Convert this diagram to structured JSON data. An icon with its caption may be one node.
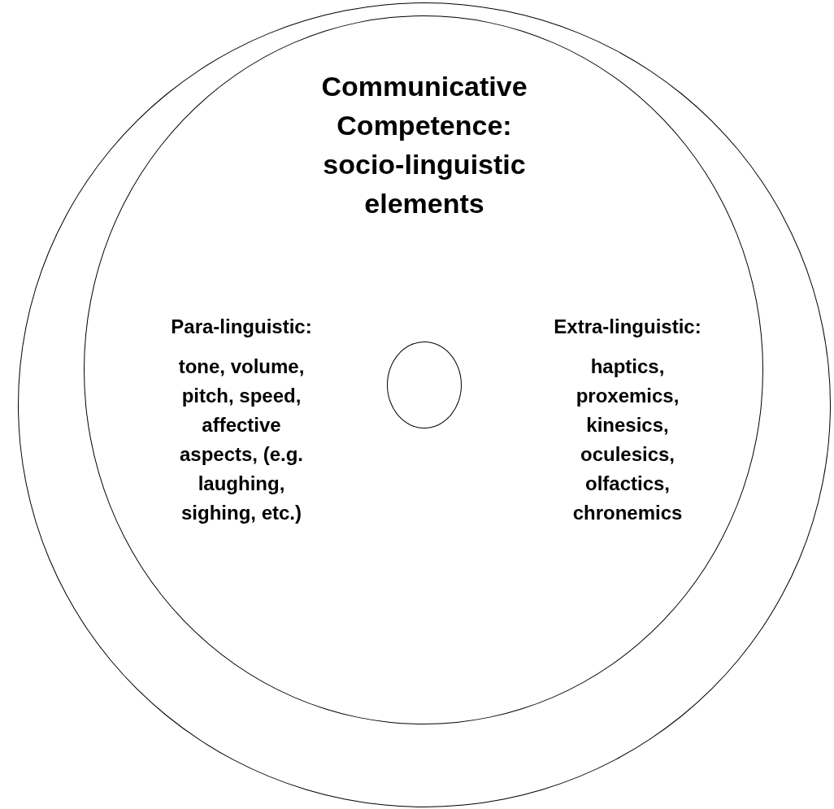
{
  "diagram": {
    "nodes": [
      {
        "text": [],
        "shape": "circle"
      },
      {
        "text": [
          "Communicative Competence: socio-linguistic elements",
          "Para-linguistic:",
          "tone, volume, pitch, speed, affective aspects, (e.g. laughing, sighing, etc.)",
          "Extra-linguistic:",
          "haptics, proxemics, kinesics, oculesics, olfactics, chronemics"
        ],
        "in": 0
      },
      {
        "text": [],
        "shape": "circle",
        "in": 1
      }
    ]
  }
}
